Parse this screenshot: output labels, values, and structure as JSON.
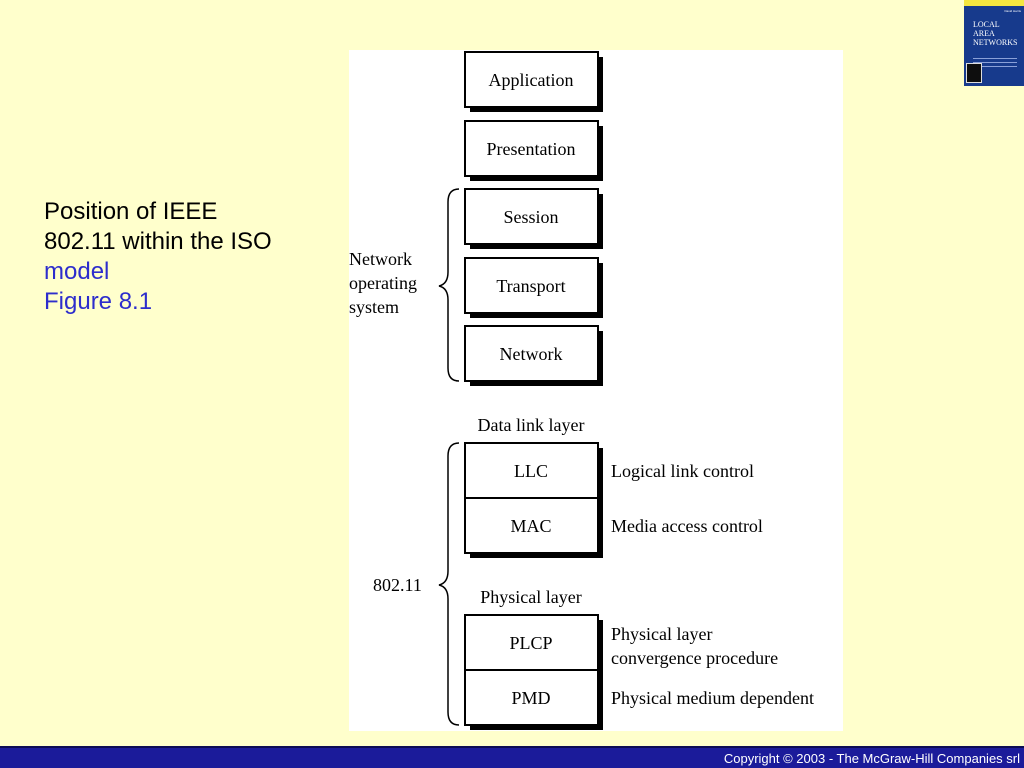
{
  "caption": {
    "line1": "Position of IEEE",
    "line2": "802.11 within the ISO",
    "line3": "model",
    "line4": "Figure 8.1"
  },
  "book_cover": {
    "title_line1": "LOCAL",
    "title_line2": "AREA",
    "title_line3": "NETWORKS",
    "author": "David Harris"
  },
  "diagram": {
    "upper_layers": [
      "Application",
      "Presentation",
      "Session",
      "Transport",
      "Network"
    ],
    "nos_label": [
      "Network",
      "operating",
      "system"
    ],
    "data_link_heading": "Data link layer",
    "llc": "LLC",
    "llc_desc": "Logical link control",
    "mac": "MAC",
    "mac_desc": "Media access control",
    "physical_heading": "Physical layer",
    "plcp": "PLCP",
    "plcp_desc_line1": "Physical layer",
    "plcp_desc_line2": "convergence procedure",
    "pmd": "PMD",
    "pmd_desc": "Physical medium dependent",
    "std_label": "802.11"
  },
  "footer": {
    "copyright": "Copyright © 2003 - The McGraw-Hill Companies srl"
  },
  "colors": {
    "background": "#ffffcc",
    "caption_accent": "#2d2dcc",
    "footer_bar": "#1b1b9a"
  }
}
